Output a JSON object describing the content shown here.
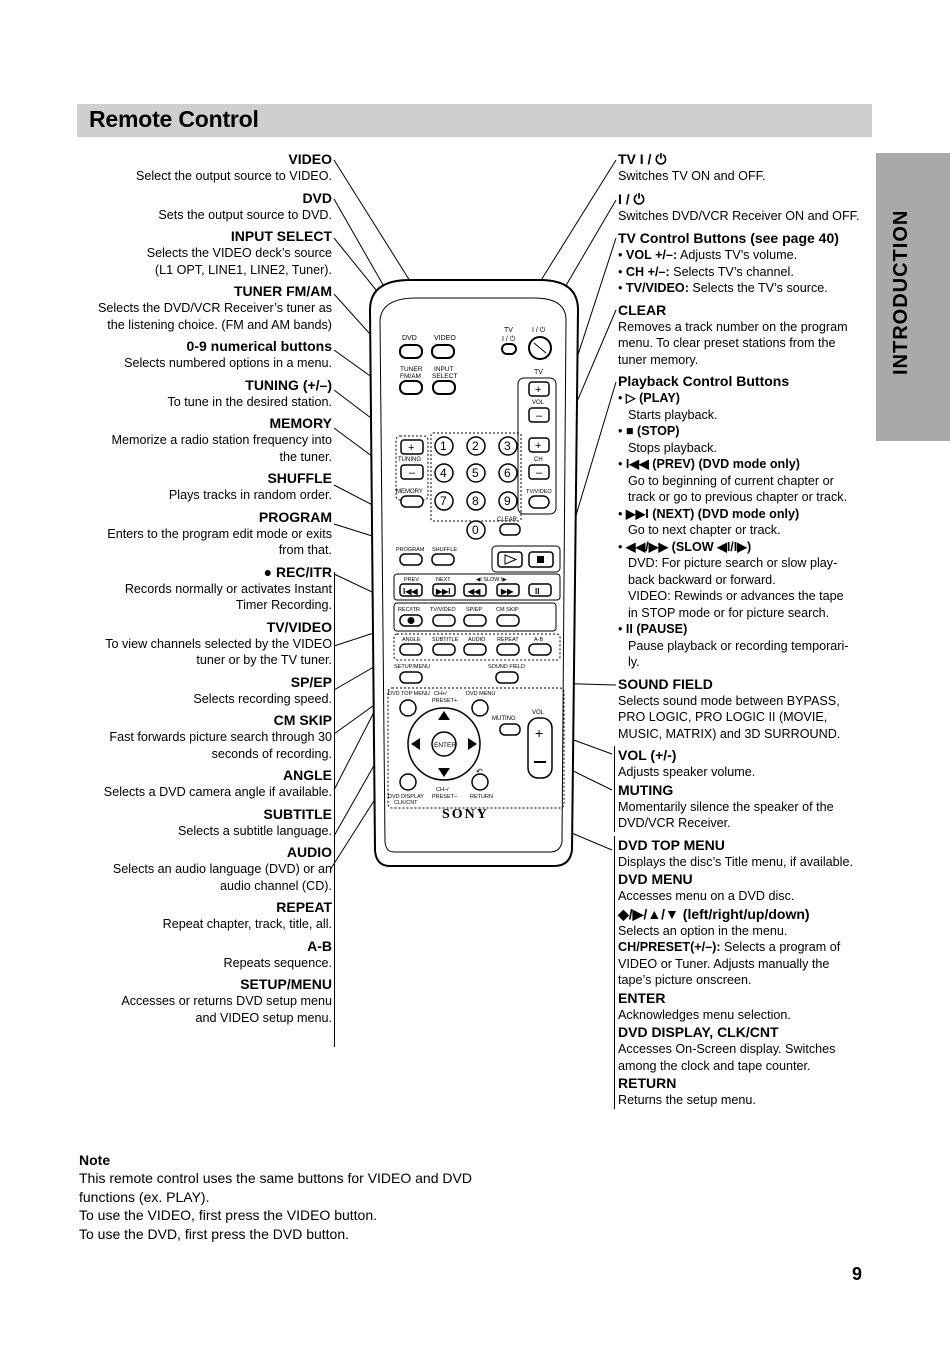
{
  "title": "Remote Control",
  "side_tab": "INTRODUCTION",
  "page_number": "9",
  "left": [
    {
      "head": "VIDEO",
      "desc": [
        "Select the output source to VIDEO."
      ]
    },
    {
      "head": "DVD",
      "desc": [
        "Sets the output source to DVD."
      ]
    },
    {
      "head": "INPUT SELECT",
      "desc": [
        "Selects the VIDEO deck’s source",
        "(L1 OPT, LINE1, LINE2, Tuner)."
      ]
    },
    {
      "head": "TUNER FM/AM",
      "desc": [
        "Selects the DVD/VCR Receiver’s tuner as",
        "the listening choice. (FM and AM bands)"
      ]
    },
    {
      "head": "0-9 numerical buttons",
      "desc": [
        "Selects numbered options in a menu."
      ]
    },
    {
      "head": "TUNING (+/–)",
      "desc": [
        "To tune in the desired station."
      ]
    },
    {
      "head": "MEMORY",
      "desc": [
        "Memorize a radio station frequency into",
        "the tuner."
      ]
    },
    {
      "head": "SHUFFLE",
      "desc": [
        "Plays tracks in random order."
      ]
    },
    {
      "head": "PROGRAM",
      "desc": [
        "Enters to the program edit mode or exits",
        "from that."
      ]
    },
    {
      "head": "● REC/ITR",
      "desc": [
        "Records normally or activates Instant",
        "Timer Recording."
      ]
    },
    {
      "head": "TV/VIDEO",
      "desc": [
        "To view channels selected by the VIDEO",
        "tuner or by the TV tuner."
      ]
    },
    {
      "head": "SP/EP",
      "desc": [
        "Selects recording speed."
      ]
    },
    {
      "head": "CM SKIP",
      "desc": [
        "Fast forwards picture search through 30",
        "seconds of recording."
      ]
    },
    {
      "head": "ANGLE",
      "desc": [
        "Selects a DVD camera angle if available."
      ]
    },
    {
      "head": "SUBTITLE",
      "desc": [
        "Selects a subtitle language."
      ]
    },
    {
      "head": "AUDIO",
      "desc": [
        "Selects an audio language (DVD) or an",
        "audio channel (CD)."
      ]
    },
    {
      "head": "REPEAT",
      "desc": [
        "Repeat chapter, track, title, all."
      ]
    },
    {
      "head": "A-B",
      "desc": [
        "Repeats sequence."
      ]
    },
    {
      "head": "SETUP/MENU",
      "desc": [
        "Accesses or returns DVD setup menu",
        "and VIDEO setup menu."
      ]
    }
  ],
  "right": {
    "tv_power": {
      "head": "TV I / ⏻",
      "desc": "Switches TV ON and OFF."
    },
    "power": {
      "head": "I / ⏻",
      "desc": "Switches DVD/VCR Receiver ON and OFF."
    },
    "tv_control": {
      "head": "TV Control Buttons (see page 40)",
      "items": [
        {
          "label": "VOL +/–:",
          "text": " Adjusts TV’s volume."
        },
        {
          "label": "CH +/–:",
          "text": " Selects TV’s channel."
        },
        {
          "label": "TV/VIDEO:",
          "text": " Selects the TV’s source."
        }
      ]
    },
    "clear": {
      "head": "CLEAR",
      "desc": [
        "Removes a track number on the program",
        "menu. To clear preset stations from the",
        "tuner memory."
      ]
    },
    "playback": {
      "head": "Playback Control Buttons",
      "items": [
        {
          "label": "▷ (PLAY)",
          "lines": [
            "Starts playback."
          ]
        },
        {
          "label": "■ (STOP)",
          "lines": [
            "Stops playback."
          ]
        },
        {
          "label": "I◀◀ (PREV) (DVD mode only)",
          "lines": [
            "Go to beginning of current chapter or",
            "track or go to previous chapter or track."
          ]
        },
        {
          "label": "▶▶I (NEXT) (DVD mode only)",
          "lines": [
            "Go to next chapter or track."
          ]
        },
        {
          "label": "◀◀/▶▶ (SLOW ◀I/I▶)",
          "lines": [
            "DVD: For picture search or slow play-",
            "back backward or forward.",
            "VIDEO: Rewinds or advances the tape",
            "in STOP mode or for picture search."
          ]
        },
        {
          "label": "II (PAUSE)",
          "lines": [
            "Pause playback or recording temporari-",
            "ly."
          ]
        }
      ]
    },
    "sound_field": {
      "head": "SOUND FIELD",
      "desc": [
        "Selects sound mode between BYPASS,",
        "PRO LOGIC, PRO LOGIC II (MOVIE,",
        "MUSIC, MATRIX) and 3D SURROUND."
      ]
    },
    "vol": {
      "head": "VOL (+/-)",
      "desc": [
        "Adjusts speaker volume."
      ]
    },
    "muting": {
      "head": "MUTING",
      "desc": [
        "Momentarily silence the speaker of the",
        "DVD/VCR Receiver."
      ]
    },
    "dvd_top_menu": {
      "head": "DVD TOP MENU",
      "desc": [
        "Displays the disc’s Title menu, if available."
      ]
    },
    "dvd_menu": {
      "head": "DVD MENU",
      "desc": [
        "Accesses menu on a DVD disc."
      ]
    },
    "arrows": {
      "head": "◆/▶/▲/▼ (left/right/up/down)",
      "desc": [
        "Selects an option in the menu."
      ]
    },
    "ch_preset": {
      "label": "CH/PRESET(+/–):",
      "text": " Selects a program of",
      "lines": [
        "VIDEO or Tuner. Adjusts manually the",
        "tape’s picture onscreen."
      ]
    },
    "enter": {
      "head": "ENTER",
      "desc": [
        "Acknowledges menu selection."
      ]
    },
    "dvd_display": {
      "head": "DVD DISPLAY, CLK/CNT",
      "desc": [
        "Accesses On-Screen display. Switches",
        "among the clock and tape counter."
      ]
    },
    "return": {
      "head": "RETURN",
      "desc": [
        "Returns the setup menu."
      ]
    }
  },
  "remote": {
    "labels": {
      "dvd": "DVD",
      "video": "VIDEO",
      "tv": "TV",
      "tv_power": "I / ⏻",
      "power": "I / ⏻",
      "tuner": "TUNER",
      "fmam": "FM/AM",
      "input": "INPUT",
      "select": "SELECT",
      "tv_vol": "VOL",
      "tuning": "TUNING",
      "ch": "CH",
      "memory": "MEMORY",
      "tvvideo": "TV/VIDEO",
      "clear": "CLEAR",
      "program": "PROGRAM",
      "shuffle": "SHUFFLE",
      "prev": "PREV",
      "next": "NEXT",
      "slow": "◀I SLOW I▶",
      "recitr": "REC/ITR",
      "tvvideo2": "TV/VIDEO",
      "spep": "SP/EP",
      "cmskip": "CM SKIP",
      "angle": "ANGLE",
      "subtitle": "SUBTITLE",
      "audio": "AUDIO",
      "repeat": "REPEAT",
      "ab": "A-B",
      "setupmenu": "SETUP/MENU",
      "soundfield": "SOUND FIELD",
      "dvdtopmenu": "DVD TOP MENU",
      "chplus": "CH+/",
      "presetplus": "PRESET+",
      "dvdmenu": "DVD MENU",
      "muting": "MUTING",
      "vol": "VOL",
      "enter": "ENTER",
      "dvddisplay": "DVD DISPLAY",
      "clkcnt": "CLK/CNT",
      "chminus": "CH–/",
      "presetminus": "PRESET–",
      "return": "RETURN",
      "brand": "SONY",
      "digits": [
        "1",
        "2",
        "3",
        "4",
        "5",
        "6",
        "7",
        "8",
        "9",
        "0"
      ]
    }
  },
  "note": {
    "head": "Note",
    "lines": [
      "This remote control uses the same buttons for VIDEO and DVD",
      "functions (ex. PLAY).",
      "To use the VIDEO, first press the VIDEO button.",
      "To use the DVD, first press the DVD button."
    ]
  }
}
